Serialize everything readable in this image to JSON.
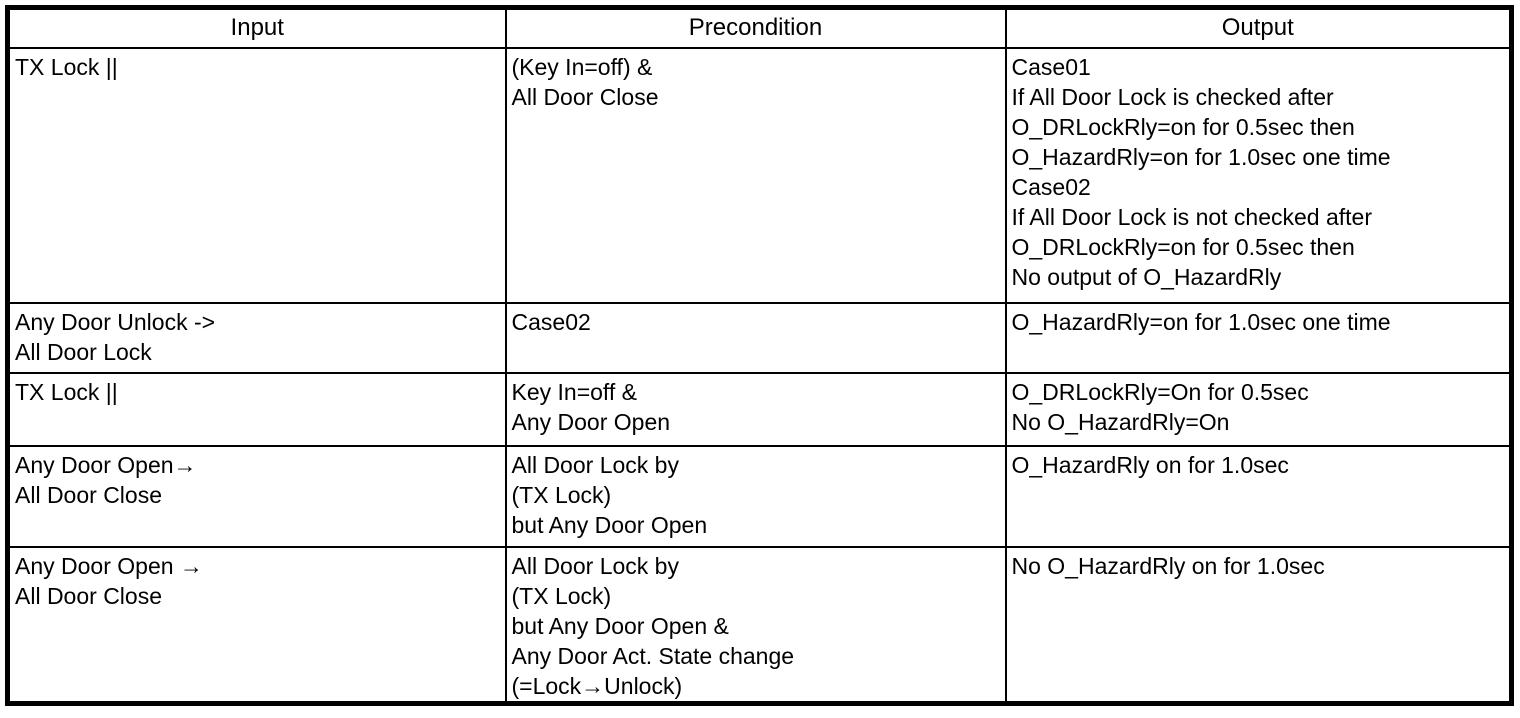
{
  "table": {
    "headers": [
      "Input",
      "Precondition",
      "Output"
    ],
    "rows": [
      {
        "input": "TX Lock ||",
        "precondition": "(Key In=off) &\nAll Door Close",
        "output": "Case01\nIf All Door Lock is checked after\nO_DRLockRly=on for 0.5sec then\nO_HazardRly=on for 1.0sec one time\nCase02\nIf All Door Lock is not checked after\nO_DRLockRly=on for 0.5sec then\nNo output of O_HazardRly"
      },
      {
        "input": "Any Door Unlock ->\nAll Door Lock",
        "precondition": "Case02",
        "output": "O_HazardRly=on for 1.0sec one time"
      },
      {
        "input": "TX Lock ||",
        "precondition": "Key In=off &\nAny Door Open",
        "output": "O_DRLockRly=On for 0.5sec\nNo O_HazardRly=On"
      },
      {
        "input": "Any Door Open→\nAll Door Close",
        "precondition": "All Door Lock by\n(TX Lock)\nbut Any Door Open",
        "output": "O_HazardRly on for 1.0sec"
      },
      {
        "input": "Any Door Open →\nAll Door Close",
        "precondition": "All Door Lock by\n(TX Lock)\nbut Any Door Open &\nAny Door Act. State change\n(=Lock→Unlock)",
        "output": "No O_HazardRly on for 1.0sec"
      }
    ]
  },
  "colors": {
    "border": "#000000",
    "background": "#ffffff",
    "text": "#000000"
  }
}
